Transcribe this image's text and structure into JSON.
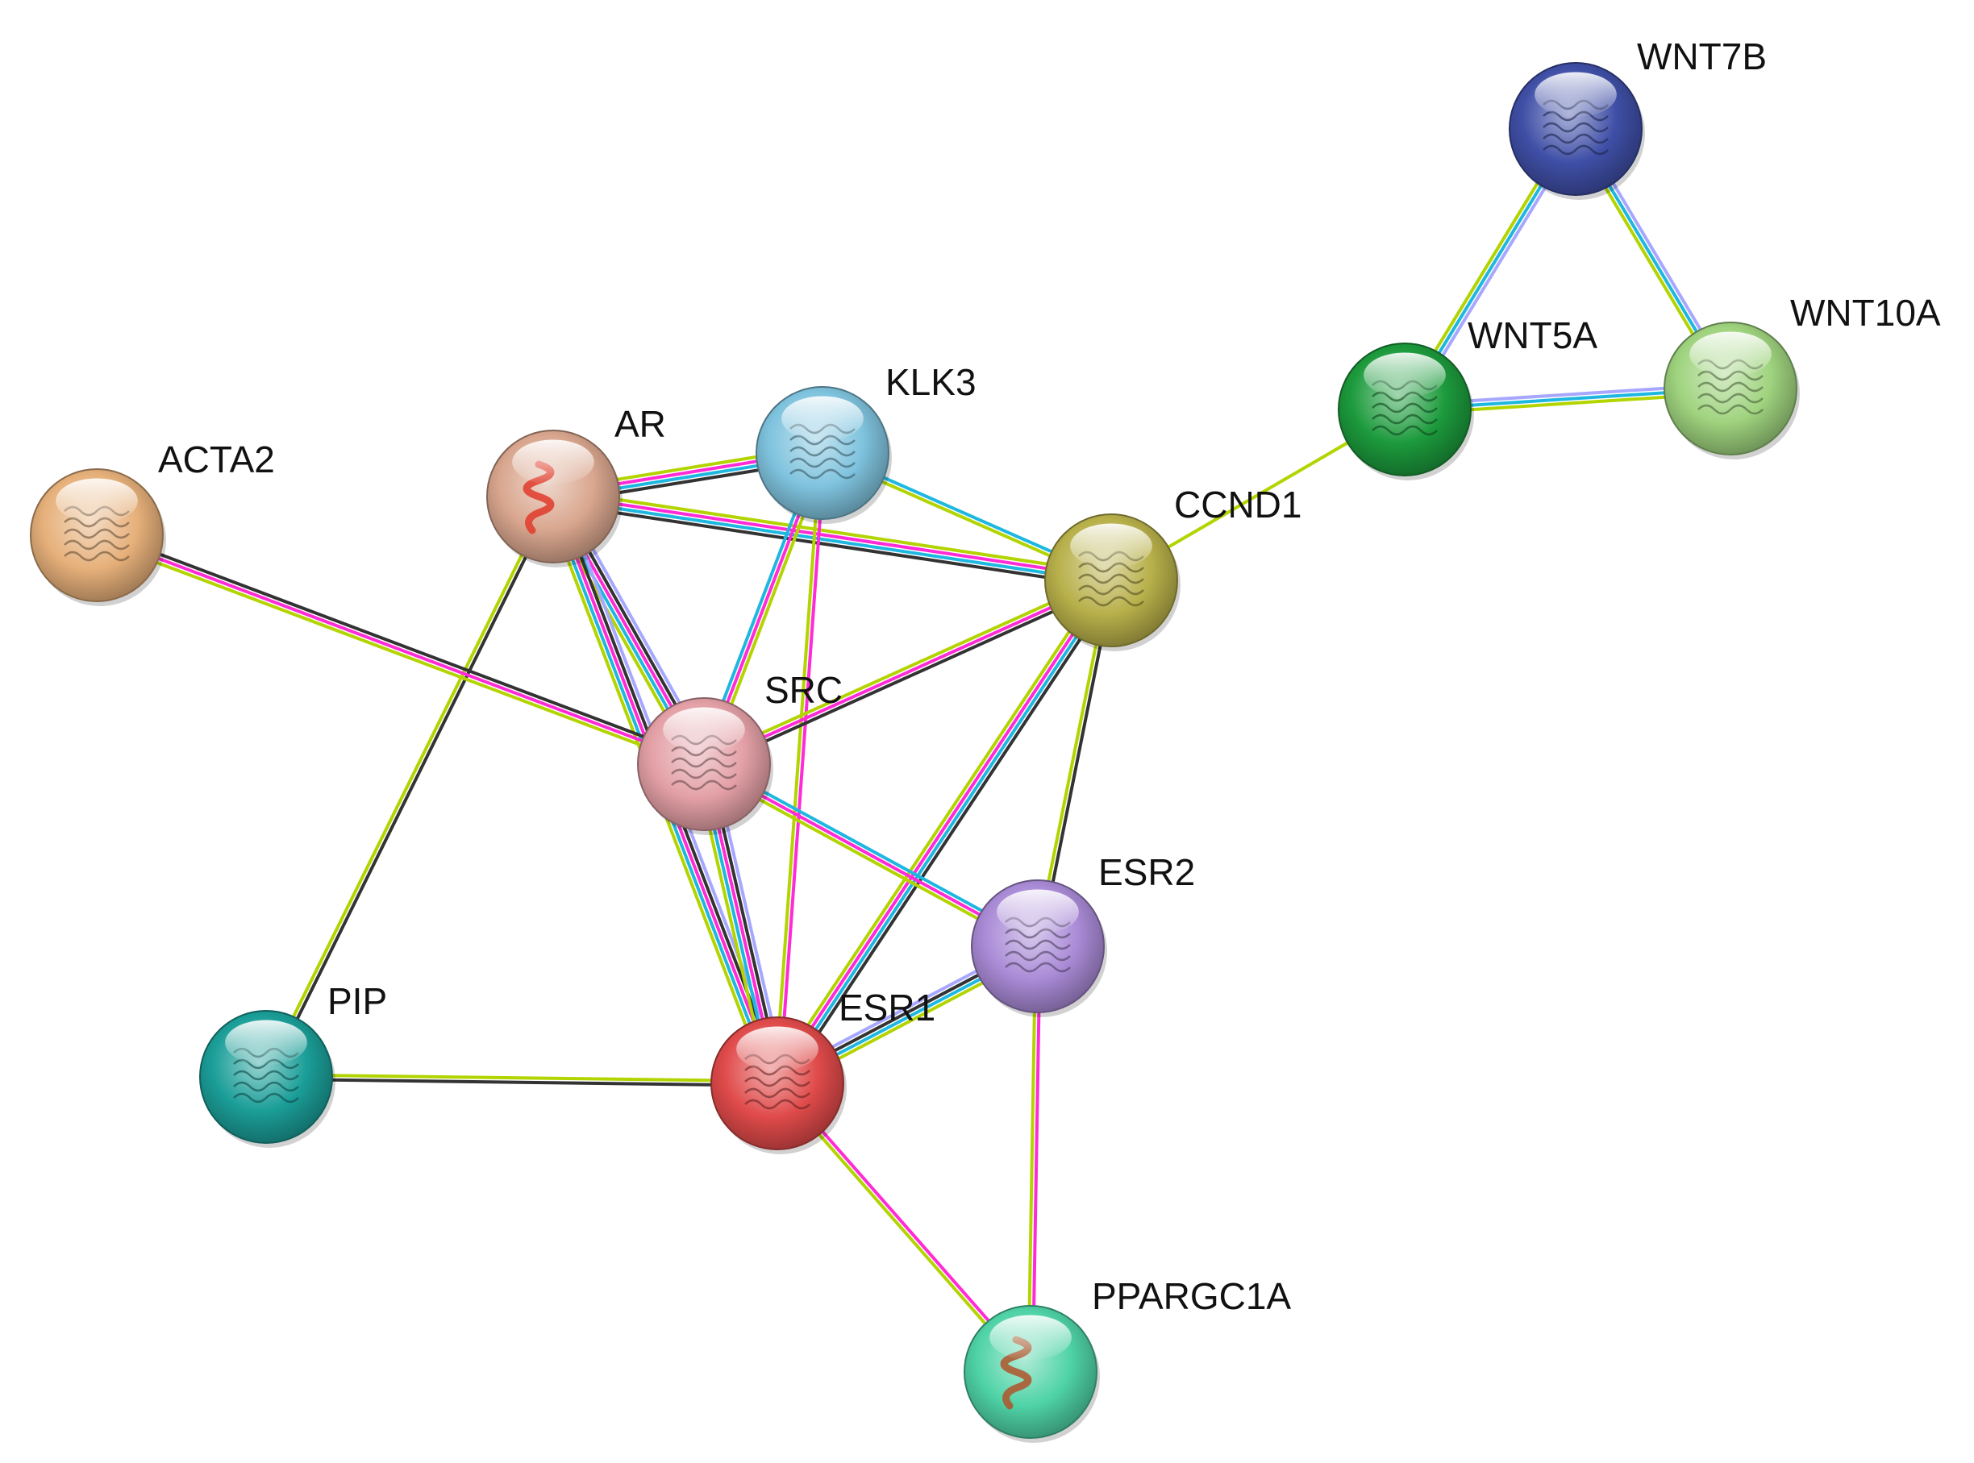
{
  "network": {
    "edge_colors": {
      "experimental": "#ff2bd6",
      "curated_db": "#1eb7e0",
      "textmining": "#b3d400",
      "coexpression": "#333333",
      "homology": "#a7a7ff"
    },
    "nodes": [
      {
        "id": "WNT7B",
        "label": "WNT7B",
        "color": "#3f4fa6",
        "structure_icon": "protein-ribbon-icon"
      },
      {
        "id": "WNT5A",
        "label": "WNT5A",
        "color": "#1c9a3c",
        "structure_icon": "protein-ribbon-icon"
      },
      {
        "id": "WNT10A",
        "label": "WNT10A",
        "color": "#9fd37e",
        "structure_icon": "protein-ribbon-icon"
      },
      {
        "id": "CCND1",
        "label": "CCND1",
        "color": "#b8b04a",
        "structure_icon": "protein-ribbon-icon"
      },
      {
        "id": "KLK3",
        "label": "KLK3",
        "color": "#7fc3de",
        "structure_icon": "protein-ribbon-icon"
      },
      {
        "id": "AR",
        "label": "AR",
        "color": "#d9a68e",
        "structure_icon": "protein-helix-icon"
      },
      {
        "id": "ACTA2",
        "label": "ACTA2",
        "color": "#e6b07a",
        "structure_icon": "protein-ribbon-icon"
      },
      {
        "id": "SRC",
        "label": "SRC",
        "color": "#e3a0a6",
        "structure_icon": "protein-ribbon-icon"
      },
      {
        "id": "ESR2",
        "label": "ESR2",
        "color": "#a98ad6",
        "structure_icon": "protein-ribbon-icon"
      },
      {
        "id": "ESR1",
        "label": "ESR1",
        "color": "#e04a4a",
        "structure_icon": "protein-ribbon-icon"
      },
      {
        "id": "PIP",
        "label": "PIP",
        "color": "#1b9e98",
        "structure_icon": "protein-ribbon-icon"
      },
      {
        "id": "PPARGC1A",
        "label": "PPARGC1A",
        "color": "#4fd3a6",
        "structure_icon": "protein-helix-icon"
      }
    ],
    "edges": [
      {
        "source": "WNT7B",
        "target": "WNT5A",
        "evidence": [
          "homology",
          "curated_db",
          "textmining"
        ]
      },
      {
        "source": "WNT7B",
        "target": "WNT10A",
        "evidence": [
          "homology",
          "curated_db",
          "textmining"
        ]
      },
      {
        "source": "WNT5A",
        "target": "WNT10A",
        "evidence": [
          "homology",
          "curated_db",
          "textmining"
        ]
      },
      {
        "source": "WNT5A",
        "target": "CCND1",
        "evidence": [
          "textmining"
        ]
      },
      {
        "source": "AR",
        "target": "KLK3",
        "evidence": [
          "textmining",
          "experimental",
          "curated_db",
          "coexpression"
        ]
      },
      {
        "source": "AR",
        "target": "CCND1",
        "evidence": [
          "textmining",
          "experimental",
          "curated_db",
          "coexpression"
        ]
      },
      {
        "source": "AR",
        "target": "SRC",
        "evidence": [
          "homology",
          "coexpression",
          "experimental",
          "curated_db",
          "textmining"
        ]
      },
      {
        "source": "AR",
        "target": "ESR1",
        "evidence": [
          "homology",
          "coexpression",
          "experimental",
          "curated_db",
          "textmining"
        ]
      },
      {
        "source": "AR",
        "target": "PIP",
        "evidence": [
          "coexpression",
          "textmining"
        ]
      },
      {
        "source": "KLK3",
        "target": "CCND1",
        "evidence": [
          "curated_db",
          "textmining"
        ]
      },
      {
        "source": "KLK3",
        "target": "SRC",
        "evidence": [
          "textmining",
          "experimental",
          "curated_db"
        ]
      },
      {
        "source": "KLK3",
        "target": "ESR1",
        "evidence": [
          "experimental",
          "textmining"
        ]
      },
      {
        "source": "ACTA2",
        "target": "SRC",
        "evidence": [
          "coexpression",
          "experimental",
          "textmining"
        ]
      },
      {
        "source": "CCND1",
        "target": "SRC",
        "evidence": [
          "coexpression",
          "experimental",
          "textmining"
        ]
      },
      {
        "source": "CCND1",
        "target": "ESR1",
        "evidence": [
          "coexpression",
          "curated_db",
          "experimental",
          "textmining"
        ]
      },
      {
        "source": "CCND1",
        "target": "ESR2",
        "evidence": [
          "coexpression",
          "textmining"
        ]
      },
      {
        "source": "SRC",
        "target": "ESR1",
        "evidence": [
          "homology",
          "coexpression",
          "experimental",
          "curated_db",
          "textmining"
        ]
      },
      {
        "source": "SRC",
        "target": "ESR2",
        "evidence": [
          "curated_db",
          "experimental",
          "textmining"
        ]
      },
      {
        "source": "ESR1",
        "target": "ESR2",
        "evidence": [
          "homology",
          "coexpression",
          "curated_db",
          "textmining"
        ]
      },
      {
        "source": "ESR1",
        "target": "PIP",
        "evidence": [
          "coexpression",
          "textmining"
        ]
      },
      {
        "source": "ESR1",
        "target": "PPARGC1A",
        "evidence": [
          "experimental",
          "textmining"
        ]
      },
      {
        "source": "ESR2",
        "target": "PPARGC1A",
        "evidence": [
          "experimental",
          "textmining"
        ]
      }
    ]
  }
}
